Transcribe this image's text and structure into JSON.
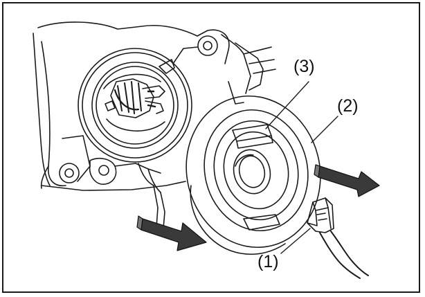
{
  "figure": {
    "callouts": [
      {
        "id": "1",
        "text": "(1)"
      },
      {
        "id": "2",
        "text": "(2)"
      },
      {
        "id": "3",
        "text": "(3)"
      }
    ],
    "colors": {
      "line": "#1a1a1a",
      "arrow_fill": "#3a3a3a",
      "background": "#ffffff"
    },
    "icons": [
      "bulb-socket-icon",
      "arrow-icon"
    ]
  }
}
